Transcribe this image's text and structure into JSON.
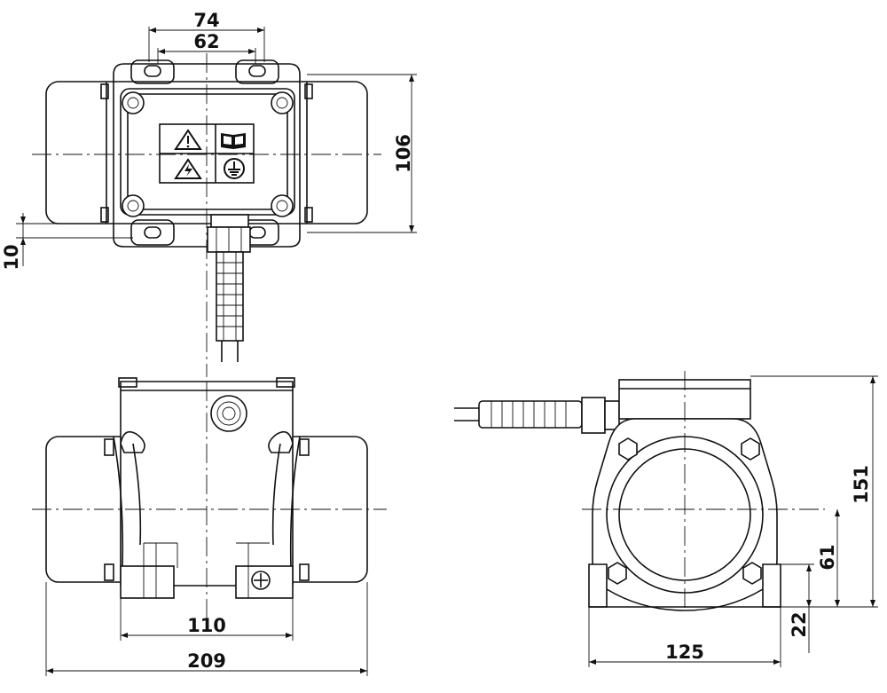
{
  "dimensions": {
    "top_outer_width": "74",
    "top_inner_width": "62",
    "top_height": "106",
    "foot_thickness": "10",
    "front_mount_spacing": "110",
    "front_total_width": "209",
    "side_total_height": "151",
    "side_center_height": "61",
    "side_foot_offset": "22",
    "side_foot_width": "125"
  },
  "icons": [
    "warning-triangle-icon",
    "manual-book-icon",
    "electrical-hazard-icon",
    "ground-earth-icon"
  ]
}
